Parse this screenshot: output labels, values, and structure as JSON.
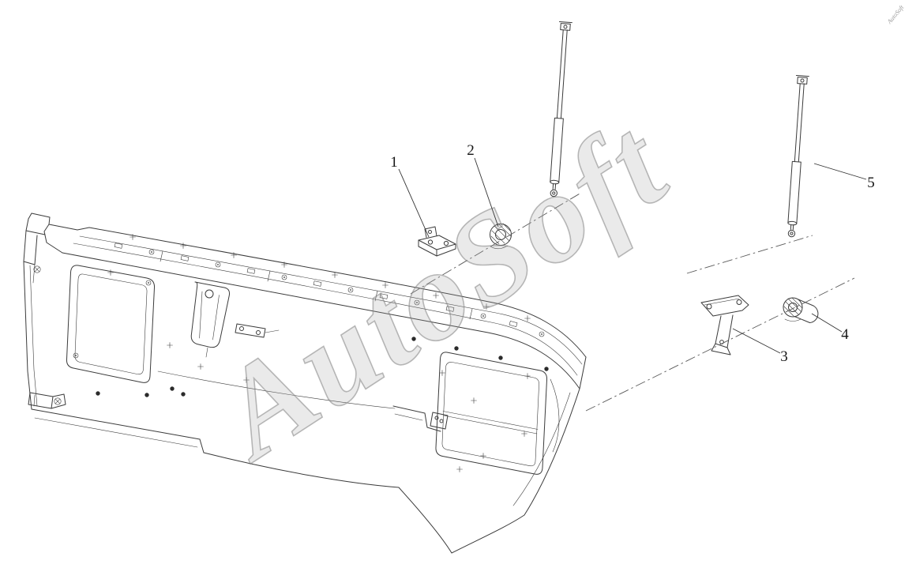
{
  "diagram": {
    "watermark": "AutoSoft",
    "watermark_corner": "AutoSoft",
    "callouts": [
      {
        "label": "1"
      },
      {
        "label": "2"
      },
      {
        "label": "3"
      },
      {
        "label": "4"
      },
      {
        "label": "5"
      }
    ],
    "colors": {
      "line": "#3b3b3b",
      "watermark_gray": "#9a9a9a",
      "background": "#ffffff"
    }
  }
}
